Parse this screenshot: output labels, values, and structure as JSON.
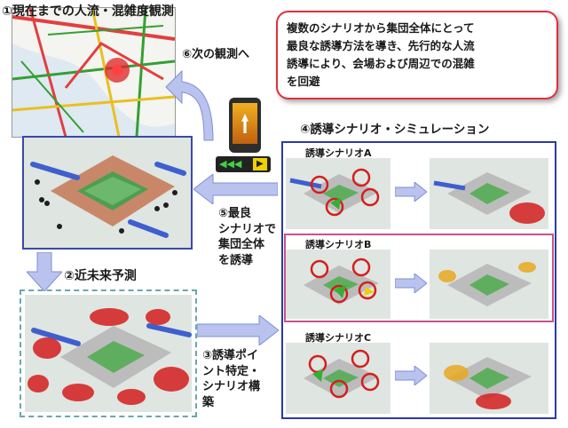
{
  "labels": {
    "step1": "①現在までの人流・混雑度観測",
    "step6": "⑥次の観測へ",
    "step2": "②近未来予測",
    "step3": [
      "③誘導ポイ",
      "ント特定・",
      "シナリオ構",
      "築"
    ],
    "step4": "④誘導シナリオ・シミュレーション",
    "step5": [
      "⑤最良",
      "シナリオで",
      "集団全体",
      "を誘導"
    ]
  },
  "callout": {
    "lines": [
      "複数のシナリオから集団全体にとって",
      "最良な誘導方法を導き、先行的な人流",
      "誘導により、会場および周辺での混雑",
      "を回避"
    ]
  },
  "scenarios": [
    {
      "label": "誘導シナリオA"
    },
    {
      "label": "誘導シナリオB"
    },
    {
      "label": "誘導シナリオC"
    }
  ],
  "colors": {
    "callout_border": "#e0303a",
    "sim_border": "#2a3aa8",
    "arrow": "#b9c3ee",
    "crowd_red": "#d41e1e",
    "highlight_b": "#c8528e",
    "predict_border": "#6aa7ad"
  },
  "icons": {
    "phone": "smartphone-icon",
    "sign": "guidance-sign-icon"
  }
}
